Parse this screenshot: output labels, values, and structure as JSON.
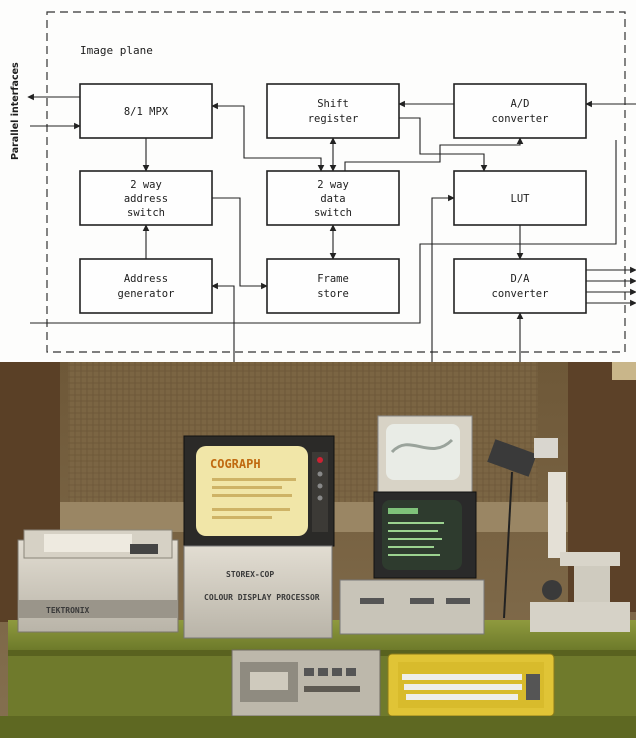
{
  "diagram": {
    "region_label": "Image plane",
    "side_label": "Parallel interfaces",
    "blocks": {
      "mpx": [
        "8/1    MPX"
      ],
      "shift_register": [
        "Shift",
        "register"
      ],
      "ad_converter": [
        "A/D",
        "converter"
      ],
      "address_switch": [
        "2 way",
        "address",
        "switch"
      ],
      "data_switch": [
        "2 way",
        "data",
        "switch"
      ],
      "lut": [
        "LUT"
      ],
      "address_generator": [
        "Address",
        "generator"
      ],
      "frame_store": [
        "Frame",
        "store"
      ],
      "da_converter": [
        "D/A",
        "converter"
      ]
    }
  },
  "photo": {
    "cograph_title": "COGRAPH",
    "processor_plate_line1": "STOREX-COP",
    "processor_plate_line2": "COLOUR DISPLAY PROCESSOR",
    "printer_brand": "TEKTRONIX"
  }
}
